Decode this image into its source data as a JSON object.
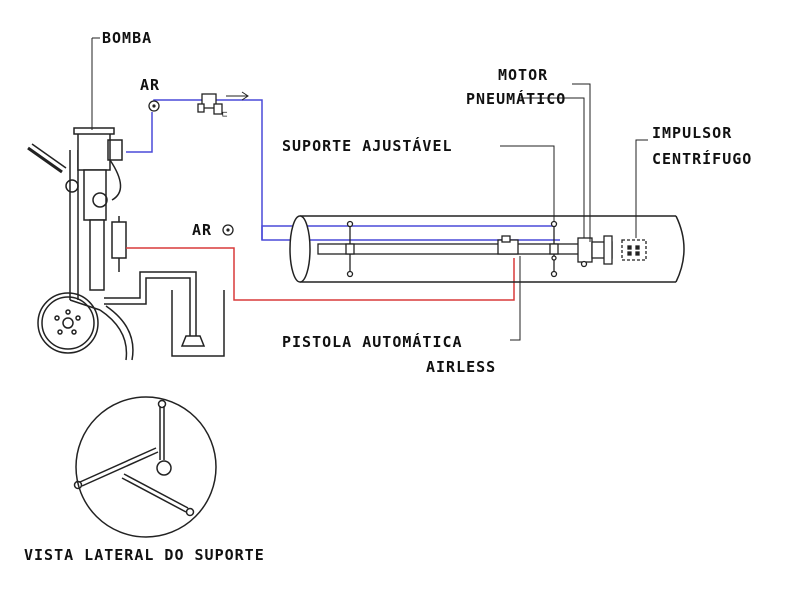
{
  "labels": {
    "bomba": "BOMBA",
    "ar_top": "AR",
    "ar_mid": "AR",
    "motor_line1": "MOTOR",
    "motor_line2": "PNEUMÁTICO",
    "suporte": "SUPORTE AJUSTÁVEL",
    "impulsor_line1": "IMPULSOR",
    "impulsor_line2": "CENTRÍFUGO",
    "pistola_line1": "PISTOLA AUTOMÁTICA",
    "pistola_line2": "AIRLESS",
    "vista": "VISTA LATERAL DO SUPORTE"
  },
  "colors": {
    "air_line": "#4a4ad8",
    "fluid_line": "#d83a3a",
    "outline": "#222222"
  }
}
